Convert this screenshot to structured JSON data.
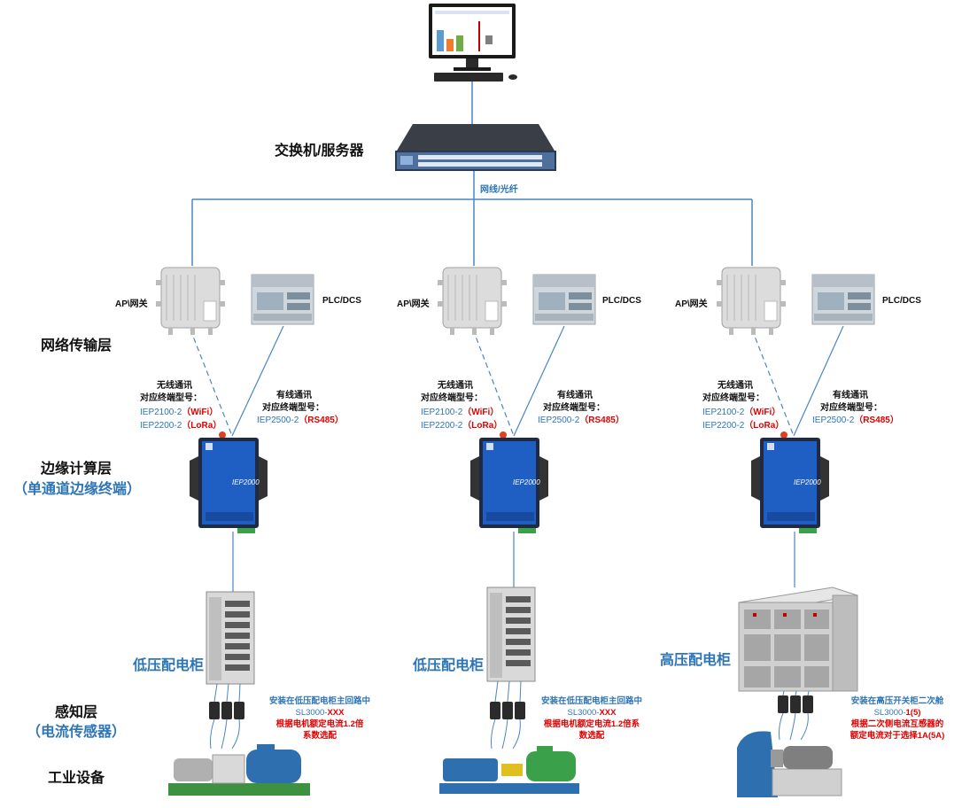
{
  "top": {
    "switch_label": "交换机/服务器",
    "link_label": "网线/光纤"
  },
  "layers": {
    "network": "网络传输层",
    "edge": "边缘计算层",
    "edge_sub": "（单通道边缘终端）",
    "sensing": "感知层",
    "sensing_sub": "（电流传感器）",
    "equipment": "工业设备"
  },
  "columns": [
    {
      "ap": "AP\\网关",
      "plc": "PLC/DCS",
      "wireless_title": "无线通讯",
      "wireless_model_title": "对应终端型号：",
      "wifi_model": "IEP2100-2",
      "wifi_tag": "（WiFi）",
      "lora_model": "IEP2200-2",
      "lora_tag": "（LoRa）",
      "wired_title": "有线通讯",
      "wired_model_title": "对应终端型号：",
      "rs485_model": "IEP2500-2",
      "rs485_tag": "（RS485）",
      "cabinet": "低压配电柜",
      "note1": "安装在低压配电柜主回路中",
      "note2_a": "SL3000-",
      "note2_b": "XXX",
      "note3": "根据电机额定电流1.2倍",
      "note4": "系数选配"
    },
    {
      "ap": "AP\\网关",
      "plc": "PLC/DCS",
      "wireless_title": "无线通讯",
      "wireless_model_title": "对应终端型号：",
      "wifi_model": "IEP2100-2",
      "wifi_tag": "（WiFi）",
      "lora_model": "IEP2200-2",
      "lora_tag": "（LoRa）",
      "wired_title": "有线通讯",
      "wired_model_title": "对应终端型号：",
      "rs485_model": "IEP2500-2",
      "rs485_tag": "（RS485）",
      "cabinet": "低压配电柜",
      "note1": "安装在低压配电柜主回路中",
      "note2_a": "SL3000-",
      "note2_b": "XXX",
      "note3": "根据电机额定电流1.2倍系",
      "note4": "数选配"
    },
    {
      "ap": "AP\\网关",
      "plc": "PLC/DCS",
      "wireless_title": "无线通讯",
      "wireless_model_title": "对应终端型号：",
      "wifi_model": "IEP2100-2",
      "wifi_tag": "（WiFi）",
      "lora_model": "IEP2200-2",
      "lora_tag": "（LoRa）",
      "wired_title": "有线通讯",
      "wired_model_title": "对应终端型号：",
      "rs485_model": "IEP2500-2",
      "rs485_tag": "（RS485）",
      "cabinet": "高压配电柜",
      "note1": "安装在高压开关柜二次舱",
      "note2_a": "SL3000-",
      "note2_b": "1(5)",
      "note3": "根据二次侧电流互感器的",
      "note4": "额定电流对于选择1A(5A)"
    }
  ],
  "device": {
    "model": "IEP2000"
  },
  "colors": {
    "line": "#4a86c5",
    "accent": "#2e75b6",
    "red": "#e00000",
    "device_blue": "#1f5fc4"
  }
}
